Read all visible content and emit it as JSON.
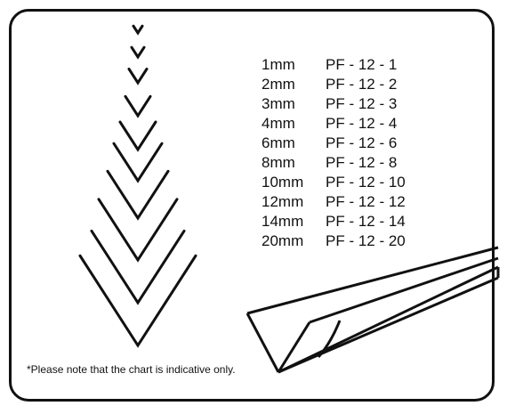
{
  "sizes": [
    {
      "size": "1mm",
      "code": "PF - 12 - 1"
    },
    {
      "size": "2mm",
      "code": "PF - 12 - 2"
    },
    {
      "size": "3mm",
      "code": "PF - 12 - 3"
    },
    {
      "size": "4mm",
      "code": "PF - 12 - 4"
    },
    {
      "size": "6mm",
      "code": "PF - 12 - 6"
    },
    {
      "size": "8mm",
      "code": "PF - 12 - 8"
    },
    {
      "size": "10mm",
      "code": "PF - 12 - 10"
    },
    {
      "size": "12mm",
      "code": "PF - 12 - 12"
    },
    {
      "size": "14mm",
      "code": "PF - 12 - 14"
    },
    {
      "size": "20mm",
      "code": "PF - 12 - 20"
    }
  ],
  "note": "*Please note that the chart is indicative only.",
  "colors": {
    "line": "#111111",
    "background": "#ffffff"
  },
  "icons": [
    "v-profile-icon",
    "v-tool-icon"
  ]
}
